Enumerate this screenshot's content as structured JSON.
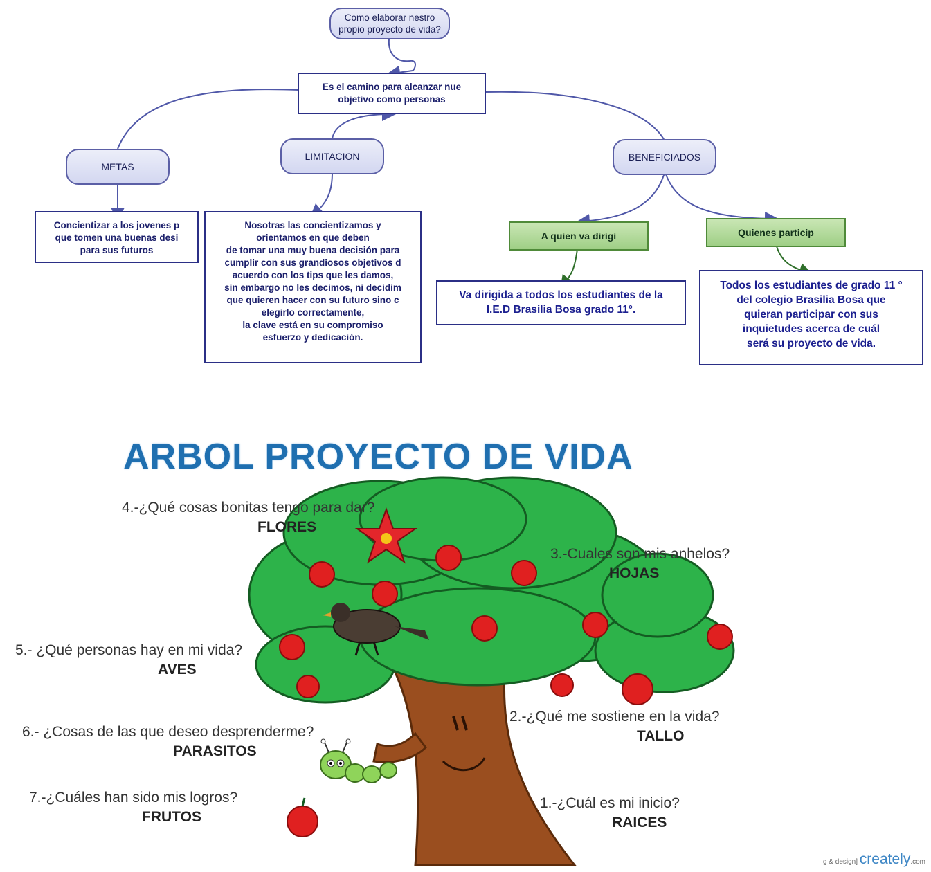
{
  "concept_map": {
    "root": "Como elaborar nestro\npropio proyecto de vida?",
    "definition": "Es el camino para alcanzar nue\nobjetivo como personas",
    "metas": {
      "label": "METAS",
      "text": "Concientizar a los jovenes p\nque tomen una buenas desi\npara sus futuros"
    },
    "limitacion": {
      "label": "LIMITACION",
      "text": "Nosotras las concientizamos y\norientamos en que deben\nde tomar una muy buena decisión para\ncumplir con sus grandiosos objetivos d\nacuerdo con los tips que les damos,\nsin embargo no les decimos, ni decidim\nque quieren hacer con su futuro sino c\nelegirlo correctamente,\nla clave está en su compromiso\nesfuerzo y dedicación."
    },
    "beneficiados": {
      "label": "BENEFICIADOS",
      "a_quien": "A quien va dirigi",
      "a_quien_text": "Va dirigida a todos los estudiantes de la\nI.E.D Brasilia Bosa grado 11°.",
      "quienes": "Quienes particip",
      "quienes_text": "Todos los estudiantes de grado 11 °\ndel colegio Brasilia Bosa que\nquieran participar con sus\ninquietudes acerca de cuál\nserá su proyecto de vida."
    }
  },
  "tree": {
    "title": "ARBOL PROYECTO DE VIDA",
    "items": [
      {
        "q": "4.-¿Qué cosas bonitas tengo para dar?",
        "label": "FLORES"
      },
      {
        "q": "3.-Cuales son mis anhelos?",
        "label": "HOJAS"
      },
      {
        "q": "5.- ¿Qué personas hay en mi vida?",
        "label": "AVES"
      },
      {
        "q": "2.-¿Qué me sostiene en la vida?",
        "label": "TALLO"
      },
      {
        "q": "6.- ¿Cosas de las que deseo desprenderme?",
        "label": "PARASITOS"
      },
      {
        "q": "7.-¿Cuáles han sido mis logros?",
        "label": "FRUTOS"
      },
      {
        "q": "1.-¿Cuál es mi inicio?",
        "label": "RAICES"
      }
    ]
  },
  "watermark": {
    "prefix": "g & design]",
    "brand": "creately",
    "suffix": ".com"
  },
  "colors": {
    "bubble_border": "#5b5fa6",
    "rect_border": "#2b2f86",
    "green_fill": "#a9d48f",
    "title_blue": "#1f6fb0",
    "leaf_green": "#2db34a",
    "trunk_brown": "#9a4e1f"
  }
}
